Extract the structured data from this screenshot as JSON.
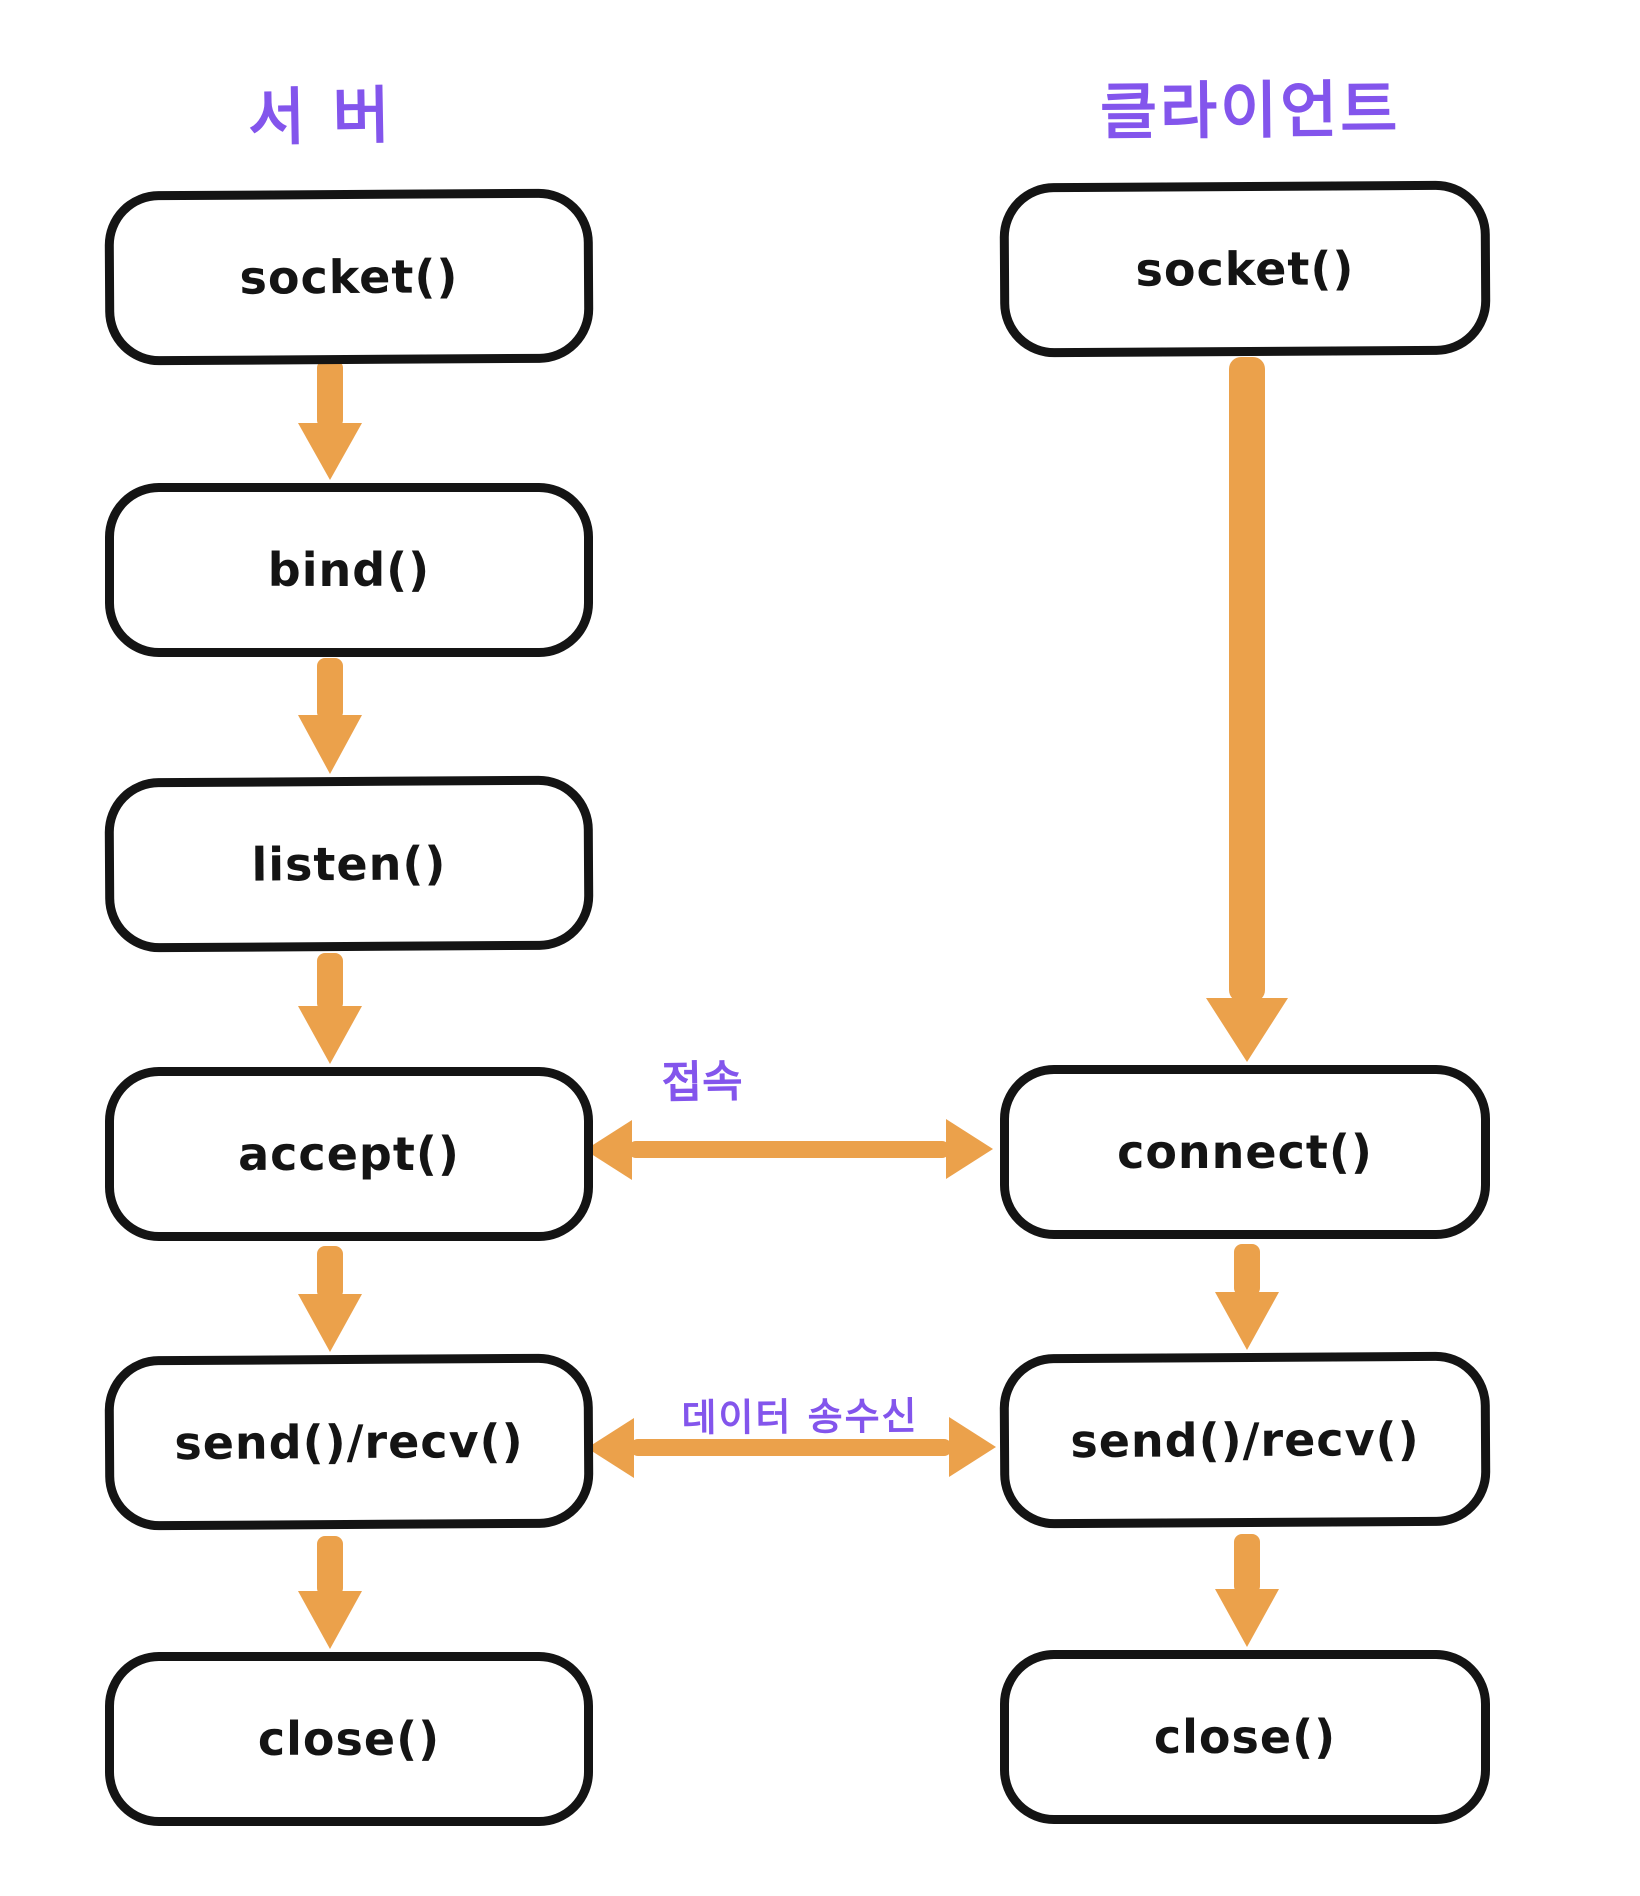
{
  "diagram": {
    "title_server": "서 버",
    "title_client": "클라이언트",
    "server": {
      "nodes": [
        "socket()",
        "bind()",
        "listen()",
        "accept()",
        "send()/recv()",
        "close()"
      ]
    },
    "client": {
      "nodes": [
        "socket()",
        "connect()",
        "send()/recv()",
        "close()"
      ]
    },
    "labels": {
      "connect": "접속",
      "data_transfer": "데이터 송수신"
    },
    "colors": {
      "ink": "#141414",
      "arrow": "#EBA14B",
      "title": "#8355EC"
    }
  }
}
